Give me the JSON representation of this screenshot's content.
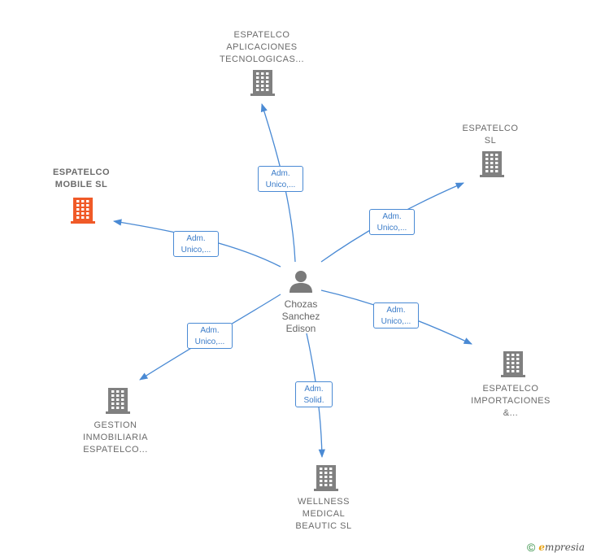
{
  "center": {
    "lines": "Chozas\nSanchez\nEdison",
    "icon": "person-icon"
  },
  "nodes": [
    {
      "id": "aplicaciones",
      "label": "ESPATELCO\nAPLICACIONES\nTECNOLOGICAS...",
      "color": "#808080",
      "highlight": false
    },
    {
      "id": "espatelco-sl",
      "label": "ESPATELCO\nSL",
      "color": "#808080",
      "highlight": false
    },
    {
      "id": "mobile",
      "label": "ESPATELCO\nMOBILE  SL",
      "color": "#f05a28",
      "highlight": true
    },
    {
      "id": "importaciones",
      "label": "ESPATELCO\nIMPORTACIONES\n&...",
      "color": "#808080",
      "highlight": false
    },
    {
      "id": "gestion",
      "label": "GESTION\nINMOBILIARIA\nESPATELCO...",
      "color": "#808080",
      "highlight": false
    },
    {
      "id": "wellness",
      "label": "WELLNESS\nMEDICAL\nBEAUTIC  SL",
      "color": "#808080",
      "highlight": false
    }
  ],
  "edges": [
    {
      "to": "aplicaciones",
      "label": "Adm.\nUnico,..."
    },
    {
      "to": "espatelco-sl",
      "label": "Adm.\nUnico,..."
    },
    {
      "to": "mobile",
      "label": "Adm.\nUnico,..."
    },
    {
      "to": "importaciones",
      "label": "Adm.\nUnico,..."
    },
    {
      "to": "gestion",
      "label": "Adm.\nUnico,..."
    },
    {
      "to": "wellness",
      "label": "Adm.\nSolid."
    }
  ],
  "footer": {
    "copyright": "©",
    "brand_initial": "e",
    "brand_rest": "mpresia"
  },
  "colors": {
    "edge": "#4a8ad4",
    "building": "#808080",
    "highlight": "#f05a28",
    "person": "#7a7a7a"
  }
}
